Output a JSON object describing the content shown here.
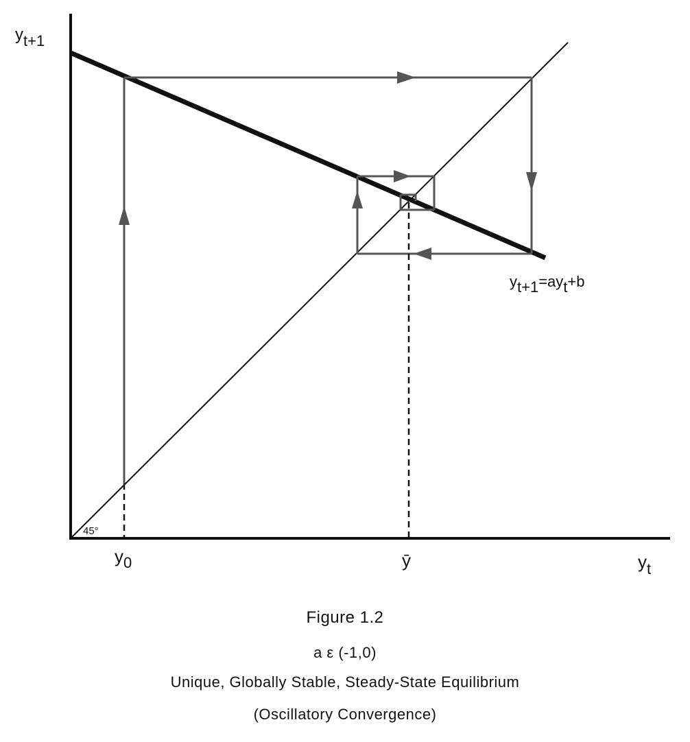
{
  "axes": {
    "y_label": "y",
    "y_label_sub": "t+1",
    "x_label": "y",
    "x_label_sub": "t"
  },
  "angle_label": "45°",
  "ticks": {
    "y0": "y",
    "y0_sub": "0",
    "ybar": "ȳ"
  },
  "function_label": {
    "a": "y",
    "a_sub": "t+1",
    "b": "=ay",
    "b_sub": "t",
    "c": "+b"
  },
  "caption": {
    "figure": "Figure 1.2",
    "condition": "a ε (-1,0)",
    "title": "Unique, Globally Stable, Steady-State Equilibrium",
    "subtitle": "(Oscillatory Convergence)"
  },
  "colors": {
    "axis": "#111111",
    "curve": "#111111",
    "path": "#555555"
  }
}
